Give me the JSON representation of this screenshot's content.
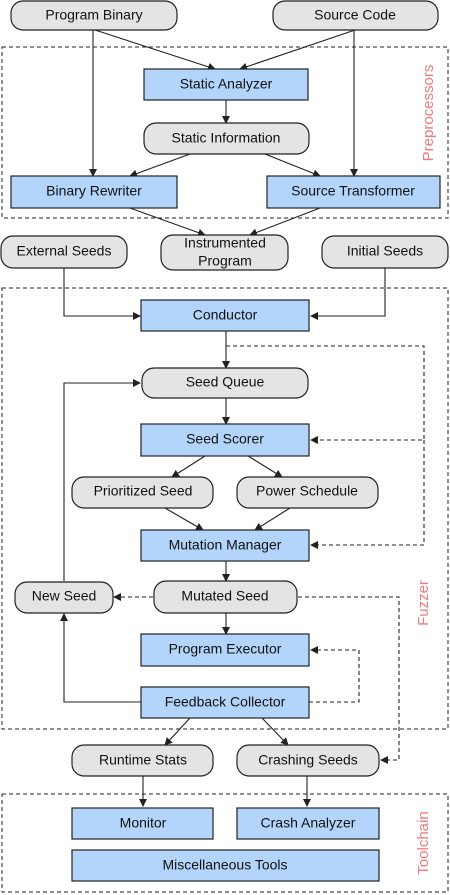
{
  "colors": {
    "process": "#b3d5fb",
    "data": "#e4e4e4",
    "group_label": "#f07a7a"
  },
  "groups": {
    "preprocessors": "Preprocessors",
    "fuzzer": "Fuzzer",
    "toolchain": "Toolchain"
  },
  "nodes": {
    "program_binary": "Program Binary",
    "source_code": "Source Code",
    "static_analyzer": "Static Analyzer",
    "static_information": "Static Information",
    "binary_rewriter": "Binary Rewriter",
    "source_transformer": "Source Transformer",
    "instrumented_program_1": "Instrumented",
    "instrumented_program_2": "Program",
    "external_seeds": "External Seeds",
    "initial_seeds": "Initial Seeds",
    "conductor": "Conductor",
    "seed_queue": "Seed Queue",
    "seed_scorer": "Seed Scorer",
    "prioritized_seed": "Prioritized Seed",
    "power_schedule": "Power Schedule",
    "mutation_manager": "Mutation Manager",
    "new_seed": "New Seed",
    "mutated_seed": "Mutated Seed",
    "program_executor": "Program Executor",
    "feedback_collector": "Feedback Collector",
    "runtime_stats": "Runtime Stats",
    "crashing_seeds": "Crashing Seeds",
    "monitor": "Monitor",
    "crash_analyzer": "Crash Analyzer",
    "misc_tools": "Miscellaneous Tools"
  }
}
